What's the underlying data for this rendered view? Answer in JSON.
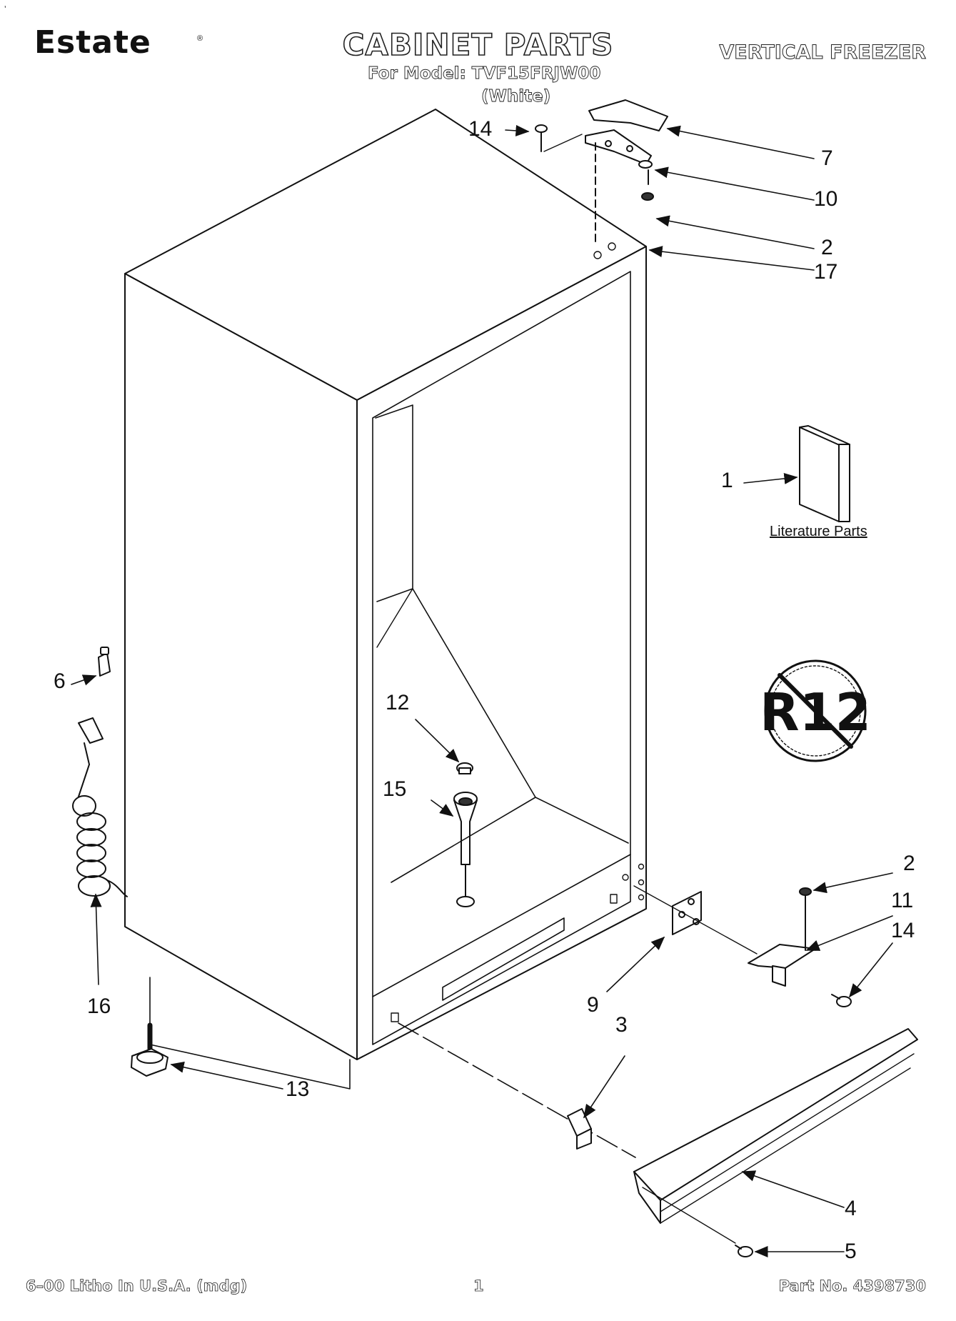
{
  "header": {
    "brand": "Estate",
    "brand_mark": "®",
    "title": "CABINET PARTS",
    "model_line": "For Model: TVF15FRJW00",
    "variant": "(White)",
    "product": "VERTICAL FREEZER"
  },
  "diagram": {
    "callouts": [
      {
        "id": "c7",
        "label": "7"
      },
      {
        "id": "c14a",
        "label": "14"
      },
      {
        "id": "c10",
        "label": "10"
      },
      {
        "id": "c2a",
        "label": "2"
      },
      {
        "id": "c17",
        "label": "17"
      },
      {
        "id": "c1",
        "label": "1"
      },
      {
        "id": "c6",
        "label": "6"
      },
      {
        "id": "c12",
        "label": "12"
      },
      {
        "id": "c15",
        "label": "15"
      },
      {
        "id": "c2b",
        "label": "2"
      },
      {
        "id": "c11",
        "label": "11"
      },
      {
        "id": "c14b",
        "label": "14"
      },
      {
        "id": "c9",
        "label": "9"
      },
      {
        "id": "c16",
        "label": "16"
      },
      {
        "id": "c3",
        "label": "3"
      },
      {
        "id": "c13",
        "label": "13"
      },
      {
        "id": "c4",
        "label": "4"
      },
      {
        "id": "c5",
        "label": "5"
      }
    ],
    "literature_caption": "Literature Parts",
    "badge_text": "R12"
  },
  "footer": {
    "left": "6–00 Litho In U.S.A. (mdg)",
    "center": "1",
    "right": "Part No. 4398730"
  }
}
